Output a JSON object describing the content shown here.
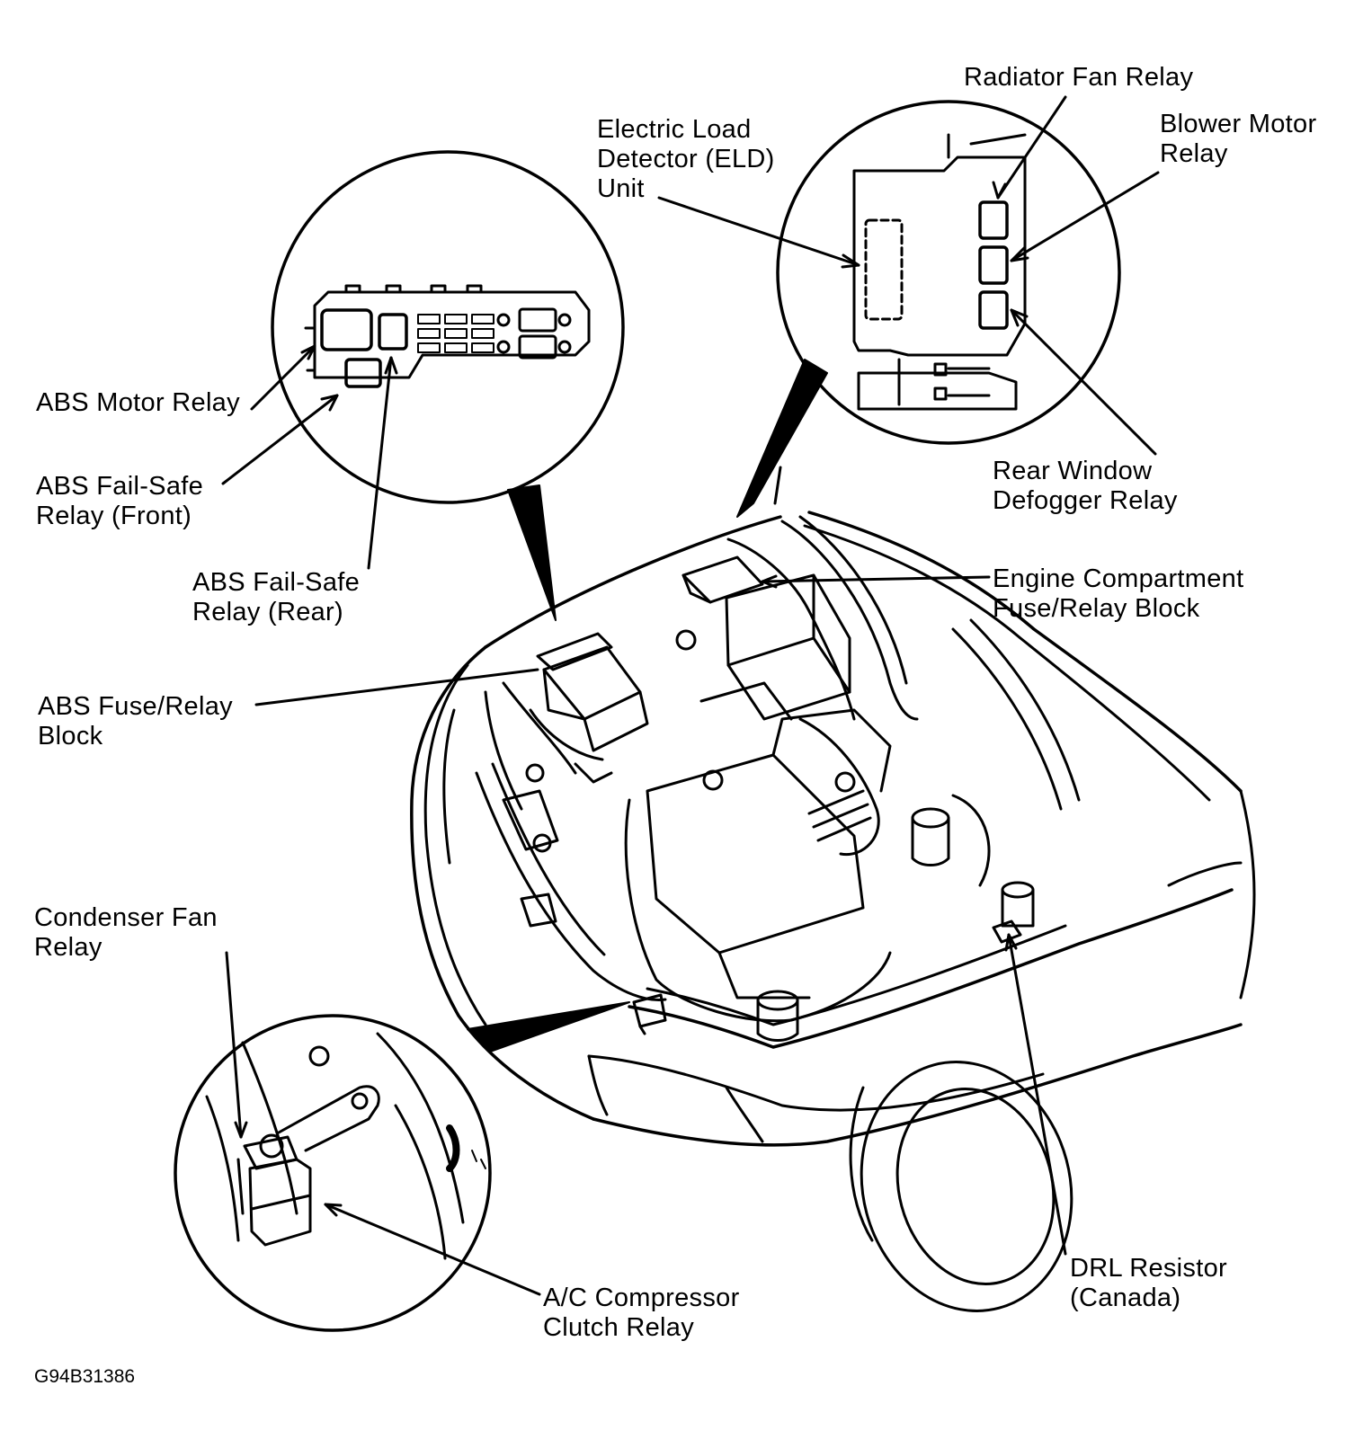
{
  "labels": {
    "radiator_fan_relay": [
      "Radiator Fan Relay"
    ],
    "blower_motor_relay": [
      "Blower Motor",
      "Relay"
    ],
    "eld_unit": [
      "Electric Load",
      "Detector (ELD)",
      "Unit"
    ],
    "abs_motor_relay": [
      "ABS Motor Relay"
    ],
    "abs_failsafe_front": [
      "ABS Fail-Safe",
      "Relay (Front)"
    ],
    "abs_failsafe_rear": [
      "ABS Fail-Safe",
      "Relay (Rear)"
    ],
    "rear_window_defogger_relay": [
      "Rear Window",
      "Defogger Relay"
    ],
    "engine_compartment_block": [
      "Engine Compartment",
      "Fuse/Relay Block"
    ],
    "abs_fuse_relay_block": [
      "ABS Fuse/Relay",
      "Block"
    ],
    "condenser_fan_relay": [
      "Condenser Fan",
      "Relay"
    ],
    "ac_compressor_clutch_relay": [
      "A/C Compressor",
      "Clutch Relay"
    ],
    "drl_resistor": [
      "DRL Resistor",
      "(Canada)"
    ]
  },
  "figure_code": "G94B31386",
  "colors": {
    "ink": "#000000",
    "paper": "#ffffff"
  }
}
